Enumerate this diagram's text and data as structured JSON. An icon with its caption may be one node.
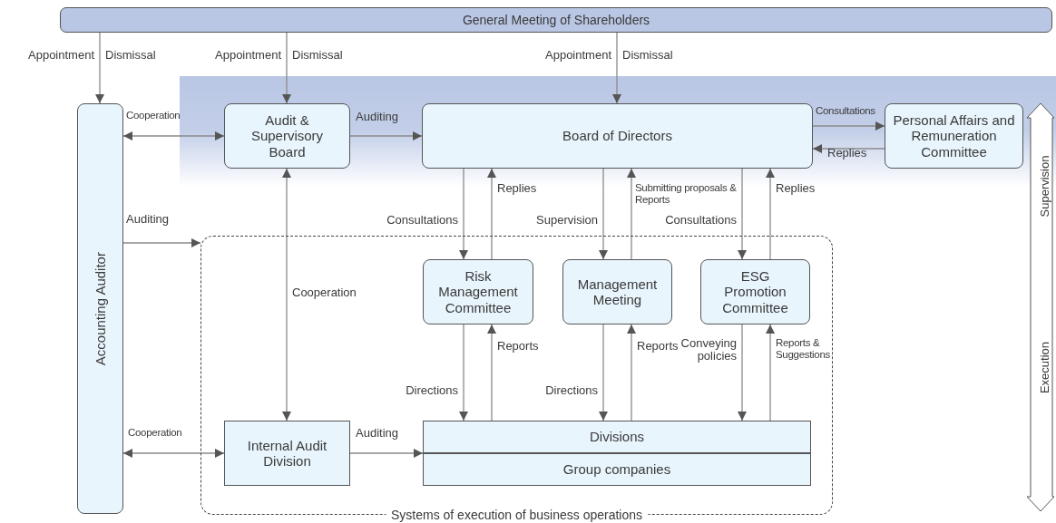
{
  "diagram": {
    "nodes": [
      {
        "text": [
          "General Meeting of Shareholders"
        ]
      },
      {
        "text": [
          "Accounting Auditor"
        ]
      },
      {
        "text": [
          "Audit & Supervisory Board"
        ]
      },
      {
        "text": [
          "Board of Directors"
        ]
      },
      {
        "text": [
          "Personal Affairs and Remuneration Committee"
        ]
      },
      {
        "text": [
          "Systems of execution of business operations"
        ]
      },
      {
        "text": [
          "Risk Management Committee"
        ],
        "in": 5
      },
      {
        "text": [
          "Management Meeting"
        ],
        "in": 5
      },
      {
        "text": [
          "ESG Promotion Committee"
        ],
        "in": 5
      },
      {
        "text": [
          "Internal Audit Division"
        ],
        "in": 5
      },
      {
        "text": [
          "Divisions"
        ],
        "in": 5
      },
      {
        "text": [
          "Group companies"
        ],
        "in": 5
      }
    ],
    "edges": [
      {
        "from": 0,
        "to": 1,
        "arrow": "to"
      },
      {
        "from": 0,
        "to": 2,
        "arrow": "to"
      },
      {
        "from": 0,
        "to": 3,
        "arrow": "to"
      },
      {
        "from": 1,
        "to": 2,
        "arrow": "both",
        "label": "Cooperation"
      },
      {
        "from": 2,
        "to": 3,
        "arrow": "to",
        "label": "Auditing"
      },
      {
        "from": 3,
        "to": 4,
        "arrow": "to",
        "label": "Consultations"
      },
      {
        "from": 4,
        "to": 3,
        "arrow": "to",
        "label": "Replies"
      },
      {
        "from": 3,
        "to": 6,
        "arrow": "to",
        "label": "Consultations"
      },
      {
        "from": 6,
        "to": 3,
        "arrow": "to",
        "label": "Replies"
      },
      {
        "from": 3,
        "to": 7,
        "arrow": "to",
        "label": "Supervision"
      },
      {
        "from": 7,
        "to": 3,
        "arrow": "to",
        "label": "Submitting proposals & Reports"
      },
      {
        "from": 3,
        "to": 8,
        "arrow": "to",
        "label": "Consultations"
      },
      {
        "from": 8,
        "to": 3,
        "arrow": "to",
        "label": "Replies"
      },
      {
        "from": 9,
        "to": 2,
        "arrow": "both",
        "label": "Cooperation"
      },
      {
        "from": 1,
        "to": 5,
        "arrow": "to",
        "label": "Auditing"
      },
      {
        "from": 6,
        "to": 10,
        "arrow": "to",
        "label": "Directions"
      },
      {
        "from": 10,
        "to": 6,
        "arrow": "to",
        "label": "Reports"
      },
      {
        "from": 7,
        "to": 10,
        "arrow": "to",
        "label": "Directions"
      },
      {
        "from": 10,
        "to": 7,
        "arrow": "to",
        "label": "Reports"
      },
      {
        "from": 8,
        "to": 10,
        "arrow": "to",
        "label": "Conveying policies"
      },
      {
        "from": 10,
        "to": 8,
        "arrow": "to",
        "label": "Reports & Suggestions"
      },
      {
        "from": 1,
        "to": 9,
        "arrow": "both",
        "label": "Cooperation"
      },
      {
        "from": 9,
        "to": 10,
        "arrow": "to",
        "label": "Auditing"
      }
    ],
    "labels": [
      "Appointment",
      "Dismissal",
      "Appointment",
      "Dismissal",
      "Appointment",
      "Dismissal",
      "Supervision",
      "Execution"
    ]
  }
}
